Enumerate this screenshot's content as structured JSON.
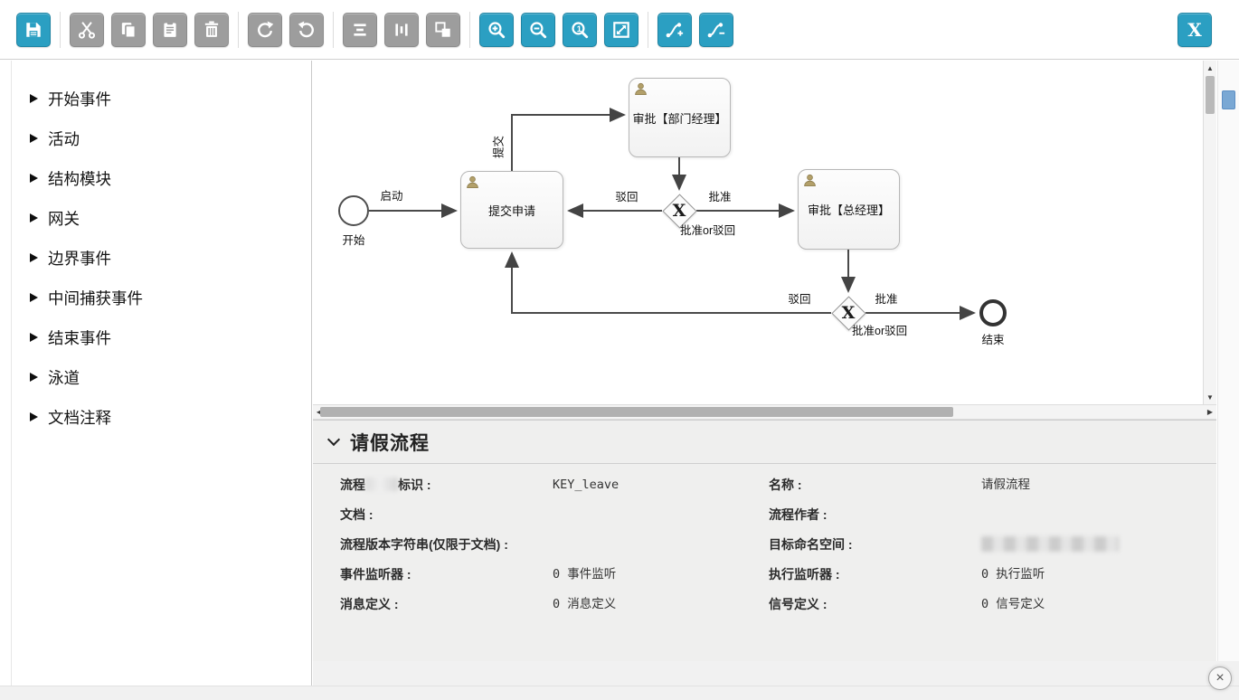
{
  "colors": {
    "accent": "#2b9fc2",
    "disabled_button": "#9d9d9d",
    "edge_stroke": "#444444"
  },
  "toolbar": {
    "icon_buttons": [
      {
        "name": "save",
        "enabled": true
      },
      {
        "name": "cut",
        "enabled": false
      },
      {
        "name": "copy",
        "enabled": false
      },
      {
        "name": "paste",
        "enabled": false
      },
      {
        "name": "delete",
        "enabled": false
      },
      {
        "name": "redo",
        "enabled": false
      },
      {
        "name": "undo",
        "enabled": false
      },
      {
        "name": "align-horizontal",
        "enabled": false
      },
      {
        "name": "align-vertical",
        "enabled": false
      },
      {
        "name": "same-size",
        "enabled": false
      },
      {
        "name": "zoom-in",
        "enabled": true
      },
      {
        "name": "zoom-out",
        "enabled": true
      },
      {
        "name": "zoom-actual",
        "enabled": true
      },
      {
        "name": "zoom-fit",
        "enabled": true
      },
      {
        "name": "add-bendpoint",
        "enabled": true
      },
      {
        "name": "remove-bendpoint",
        "enabled": true
      }
    ],
    "close_label": "X"
  },
  "sidebar": {
    "items": [
      "开始事件",
      "活动",
      "结构模块",
      "网关",
      "边界事件",
      "中间捕获事件",
      "结束事件",
      "泳道",
      "文档注释"
    ]
  },
  "diagram": {
    "nodes": {
      "start": {
        "type": "start-event",
        "label": "开始"
      },
      "submit": {
        "type": "user-task",
        "label": "提交申请"
      },
      "dept_approval": {
        "type": "user-task",
        "label": "审批【部门经理】"
      },
      "gateway1": {
        "type": "exclusive-gateway",
        "symbol": "X",
        "caption": "批准or驳回"
      },
      "gm_approval": {
        "type": "user-task",
        "label": "审批【总经理】"
      },
      "gateway2": {
        "type": "exclusive-gateway",
        "symbol": "X",
        "caption": "批准or驳回"
      },
      "end": {
        "type": "end-event",
        "label": "结束"
      }
    },
    "edge_labels": {
      "start_to_submit": "启动",
      "submit_to_dept": "提交",
      "gw1_reject": "驳回",
      "gw1_approve": "批准",
      "gw2_reject": "驳回",
      "gw2_approve": "批准"
    }
  },
  "properties": {
    "title": "请假流程",
    "fields": {
      "process_key": {
        "label_prefix": "流程",
        "label_suffix": "标识 :",
        "value": "KEY_leave"
      },
      "name": {
        "label": "名称 :",
        "value": "请假流程"
      },
      "documentation": {
        "label": "文档 :",
        "value": ""
      },
      "author": {
        "label": "流程作者 :",
        "value": ""
      },
      "version_string": {
        "label": "流程版本字符串(仅限于文档) :",
        "value": ""
      },
      "target_namespace": {
        "label": "目标命名空间 :",
        "value": ""
      },
      "execution_listeners": {
        "label": "执行监听器 :",
        "value": "0 执行监听"
      },
      "event_listeners": {
        "label": "事件监听器 :",
        "value": "0 事件监听"
      },
      "signal_definitions": {
        "label": "信号定义 :",
        "value": "0 信号定义"
      },
      "message_definitions": {
        "label": "消息定义 :",
        "value": "0 消息定义"
      }
    }
  },
  "icons": {
    "scroll_up": "▲",
    "scroll_down": "▼",
    "scroll_left": "◀",
    "scroll_right": "▶",
    "close": "×",
    "zoom_actual_digit": "1"
  }
}
